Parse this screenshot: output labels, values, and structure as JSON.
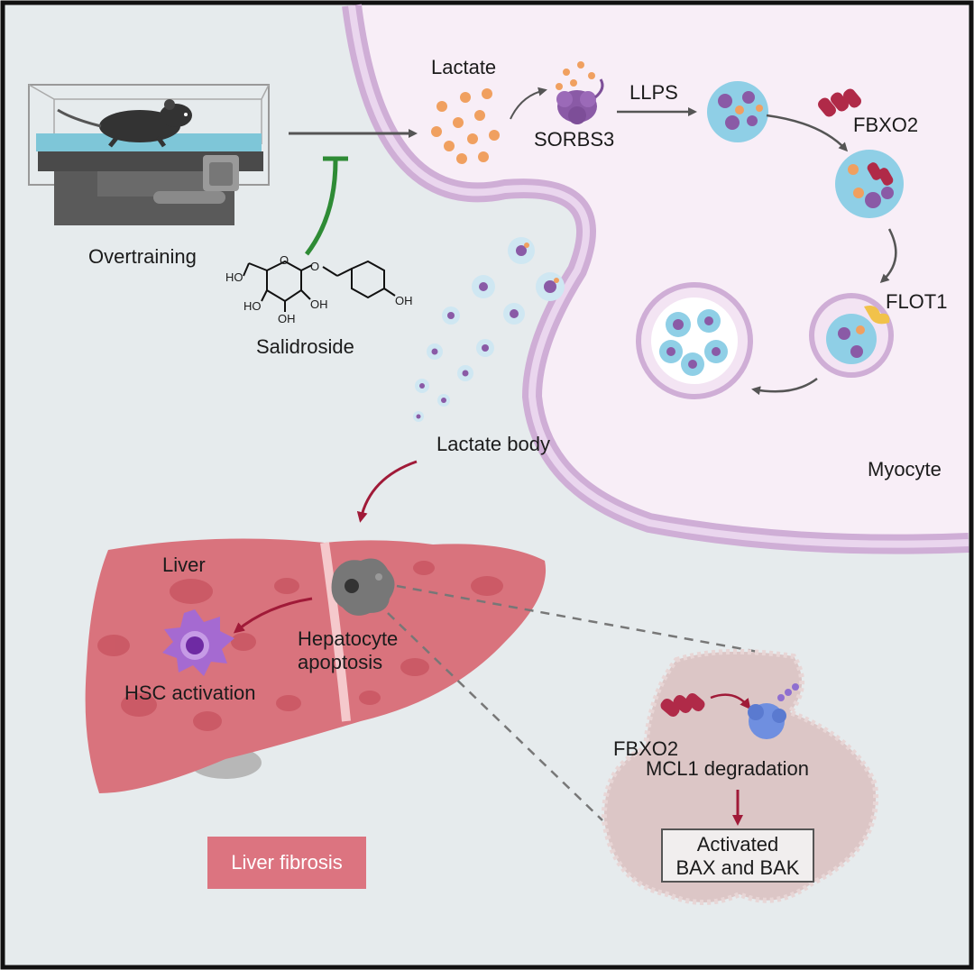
{
  "labels": {
    "overtraining": "Overtraining",
    "salidroside": "Salidroside",
    "lactate": "Lactate",
    "sorbs3": "SORBS3",
    "llps": "LLPS",
    "fbxo2_top": "FBXO2",
    "flot1": "FLOT1",
    "lactate_body": "Lactate body",
    "myocyte": "Myocyte",
    "liver": "Liver",
    "hsc_activation": "HSC activation",
    "hepatocyte_line1": "Hepatocyte",
    "hepatocyte_line2": "apoptosis",
    "fbxo2_cell": "FBXO2",
    "mcl1_degradation": "MCL1 degradation",
    "activated_line1": "Activated",
    "activated_line2": "BAX and BAK",
    "liver_fibrosis": "Liver fibrosis"
  },
  "molecule": {
    "ho_ring": "HO",
    "ho_1": "HO",
    "oh_1": "OH",
    "oh_2": "OH",
    "oh_3": "OH",
    "ring_o": "O",
    "link_o": "O"
  },
  "colors": {
    "background": "#e6ebed",
    "myocyte_fill": "#f8eef7",
    "membrane": "#cfaed6",
    "lactate_dot": "#f0a060",
    "droplet": "#8fcfe6",
    "protein": "#8a5aa6",
    "fbxo2": "#b02a48",
    "flot1": "#f1c24a",
    "liver": "#d9737d",
    "liver_spot": "#c95662",
    "hsc": "#a56ad1",
    "inhibit_green": "#2e8b35",
    "arrow_red": "#a01a38",
    "fibrosis_box": "#dc7480",
    "cell_fill": "#dcc6c6"
  }
}
